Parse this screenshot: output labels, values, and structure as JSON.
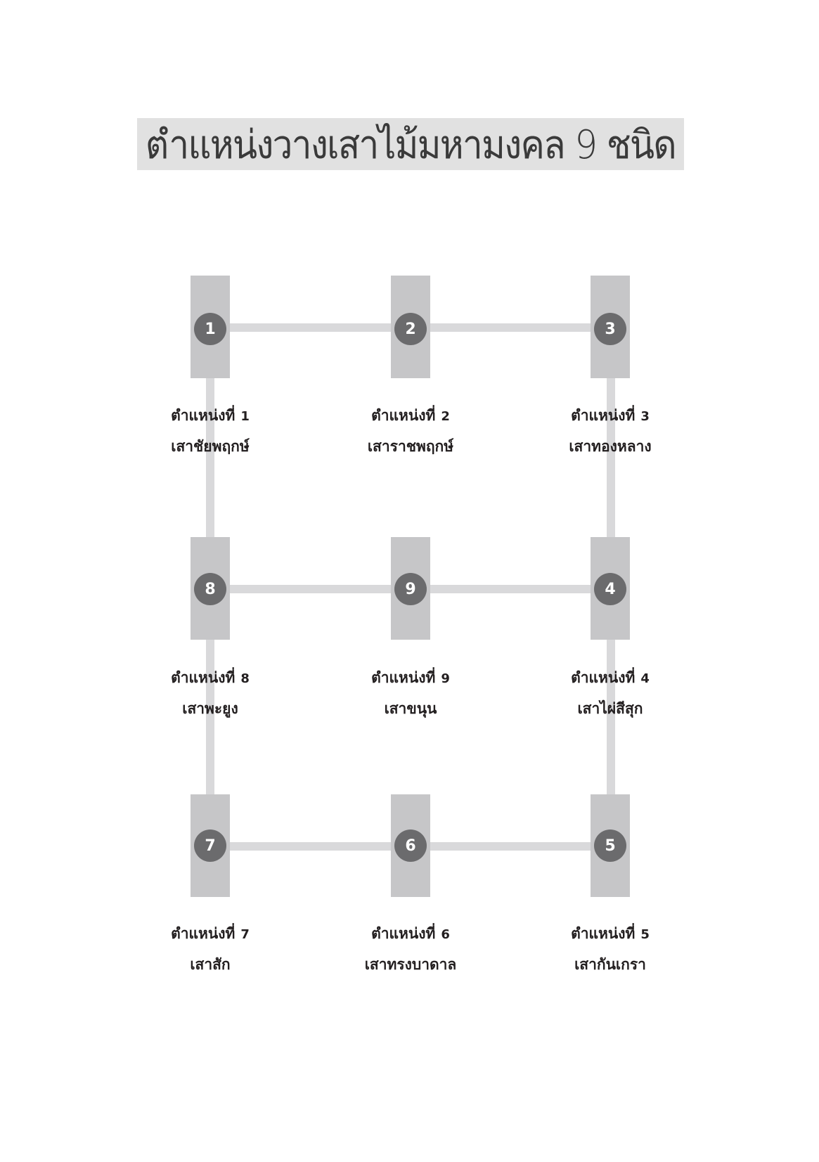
{
  "title": "ตำแหน่งวางเสาไม้มหามงคล 9 ชนิด",
  "position_label": "ตำแหน่งที่",
  "colors": {
    "title_banner": "#e1e1e1",
    "pillar": "#c6c6c8",
    "connector": "#d9d9db",
    "marker": "#6b6b6d",
    "marker_text": "#ffffff"
  },
  "posts": {
    "p1": {
      "number": "1",
      "name": "เสาชัยพฤกษ์"
    },
    "p2": {
      "number": "2",
      "name": "เสาราชพฤกษ์"
    },
    "p3": {
      "number": "3",
      "name": "เสาทองหลาง"
    },
    "p4": {
      "number": "4",
      "name": "เสาไผ่สีสุก"
    },
    "p5": {
      "number": "5",
      "name": "เสากันเกรา"
    },
    "p6": {
      "number": "6",
      "name": "เสาทรงบาดาล"
    },
    "p7": {
      "number": "7",
      "name": "เสาสัก"
    },
    "p8": {
      "number": "8",
      "name": "เสาพะยูง"
    },
    "p9": {
      "number": "9",
      "name": "เสาขนุน"
    }
  },
  "connections": [
    [
      "1",
      "2"
    ],
    [
      "2",
      "3"
    ],
    [
      "3",
      "4"
    ],
    [
      "4",
      "5"
    ],
    [
      "5",
      "6"
    ],
    [
      "6",
      "7"
    ],
    [
      "7",
      "8"
    ],
    [
      "8",
      "1"
    ],
    [
      "8",
      "9"
    ],
    [
      "9",
      "4"
    ]
  ]
}
